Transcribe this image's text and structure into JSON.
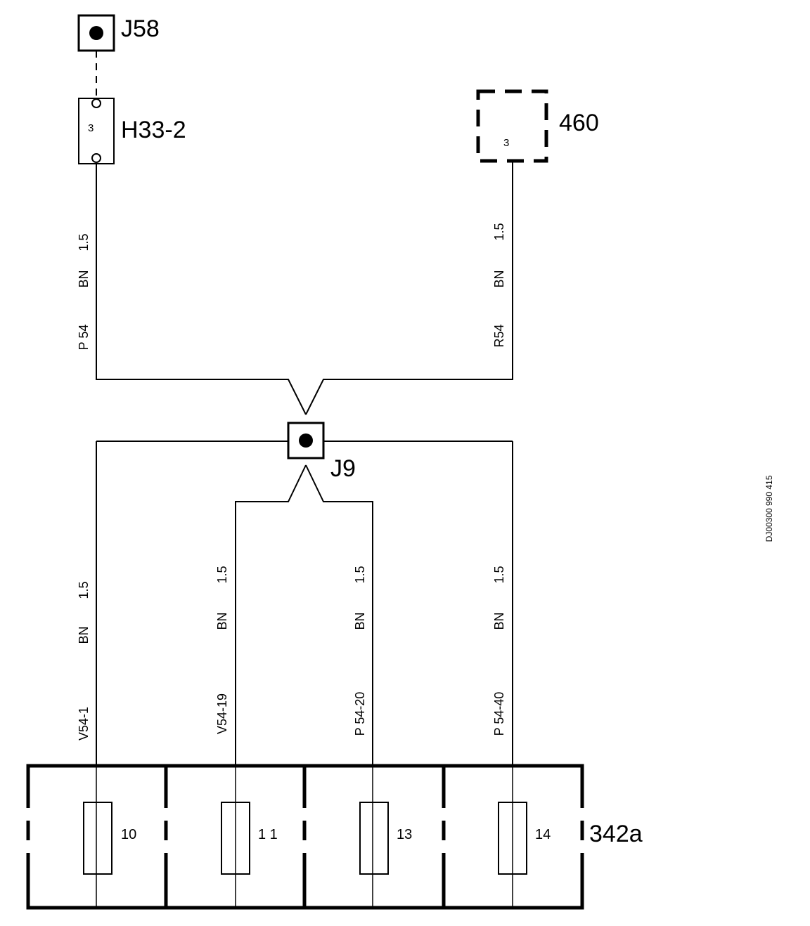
{
  "components": {
    "j58": {
      "label": "J58"
    },
    "h33_2": {
      "label": "H33-2",
      "pin": "3"
    },
    "c460": {
      "label": "460",
      "pin": "3"
    },
    "j9": {
      "label": "J9"
    },
    "fuse_box": {
      "label": "342a"
    }
  },
  "wires": {
    "p54": {
      "size": "1.5",
      "color": "BN",
      "id": "P 54"
    },
    "r54": {
      "size": "1.5",
      "color": "BN",
      "id": "R54"
    },
    "v54_1": {
      "size": "1.5",
      "color": "BN",
      "id": "V54-1"
    },
    "v54_19": {
      "size": "1.5",
      "color": "BN",
      "id": "V54-19"
    },
    "p54_20": {
      "size": "1.5",
      "color": "BN",
      "id": "P 54-20"
    },
    "p54_40": {
      "size": "1.5",
      "color": "BN",
      "id": "P 54-40"
    }
  },
  "fuses": [
    "10",
    "1 1",
    "13",
    "14"
  ],
  "reference": "DJ00300 990 415"
}
